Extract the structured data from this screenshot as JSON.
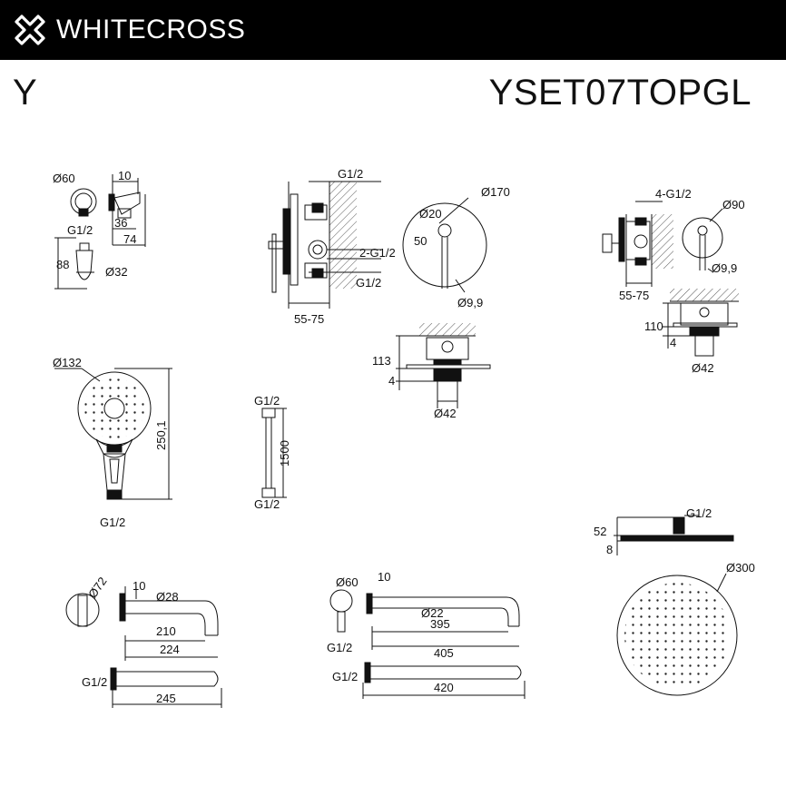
{
  "header": {
    "brand": "WHITECROSS",
    "background": "#000000",
    "text_color": "#ffffff"
  },
  "title": {
    "series": "Y",
    "model": "YSET07TOPGL"
  },
  "labels": {
    "holder": {
      "d60": "Ø60",
      "w10": "10",
      "g12": "G1/2",
      "d36": "36",
      "d74": "74",
      "h88": "88",
      "d32": "Ø32"
    },
    "mixer": {
      "g12_top": "G1/2",
      "g12_2": "2-G1/2",
      "g12_bot": "G1/2",
      "depth": "55-75",
      "d170": "Ø170",
      "d20": "Ø20",
      "h50": "50",
      "d99": "Ø9,9",
      "h113": "113",
      "h4": "4",
      "d42": "Ø42"
    },
    "diverter": {
      "g12_4": "4-G1/2",
      "d90": "Ø90",
      "depth": "55-75",
      "d99": "Ø9,9",
      "h110": "110",
      "h4": "4",
      "d42": "Ø42"
    },
    "handshower": {
      "d132": "Ø132",
      "h250": "250,1",
      "g12": "G1/2"
    },
    "hose": {
      "g12_top": "G1/2",
      "length": "1500",
      "g12_bot": "G1/2"
    },
    "spout": {
      "d72": "Ø72",
      "w10": "10",
      "d28": "Ø28",
      "l210": "210",
      "l224": "224",
      "g12": "G1/2",
      "l245": "245"
    },
    "arm": {
      "d60": "Ø60",
      "w10": "10",
      "d22": "Ø22",
      "l395": "395",
      "l405": "405",
      "g12_a": "G1/2",
      "g12_b": "G1/2",
      "l420": "420"
    },
    "head": {
      "g12": "G1/2",
      "h52": "52",
      "h8": "8",
      "d300": "Ø300"
    }
  }
}
